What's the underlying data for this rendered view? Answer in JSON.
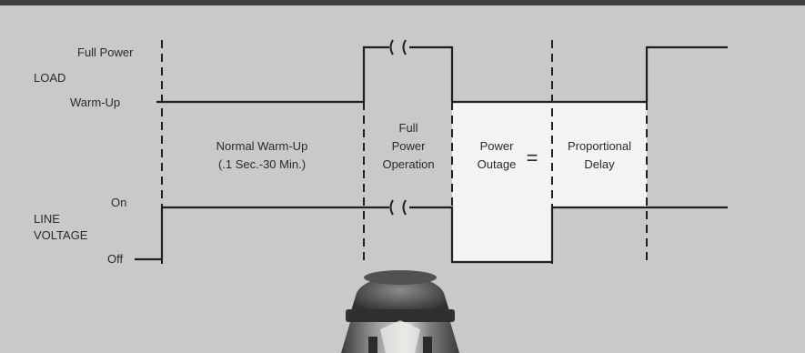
{
  "diagram": {
    "load_label": "LOAD",
    "full_power_label": "Full Power",
    "warm_up_label": "Warm-Up",
    "line_voltage_label_1": "LINE",
    "line_voltage_label_2": "VOLTAGE",
    "on_label": "On",
    "off_label": "Off",
    "phase_normal_line1": "Normal Warm-Up",
    "phase_normal_line2": "(.1 Sec.-30 Min.)",
    "phase_full_line1": "Full",
    "phase_full_line2": "Power",
    "phase_full_line3": "Operation",
    "phase_outage_line1": "Power",
    "phase_outage_line2": "Outage",
    "equals_sign": "=",
    "phase_delay_line1": "Proportional",
    "phase_delay_line2": "Delay"
  },
  "colors": {
    "background": "#c9c9c7",
    "highlight": "#f3f3f1",
    "trace": "#1f1f1f",
    "device_body": "#5e5f5f"
  }
}
